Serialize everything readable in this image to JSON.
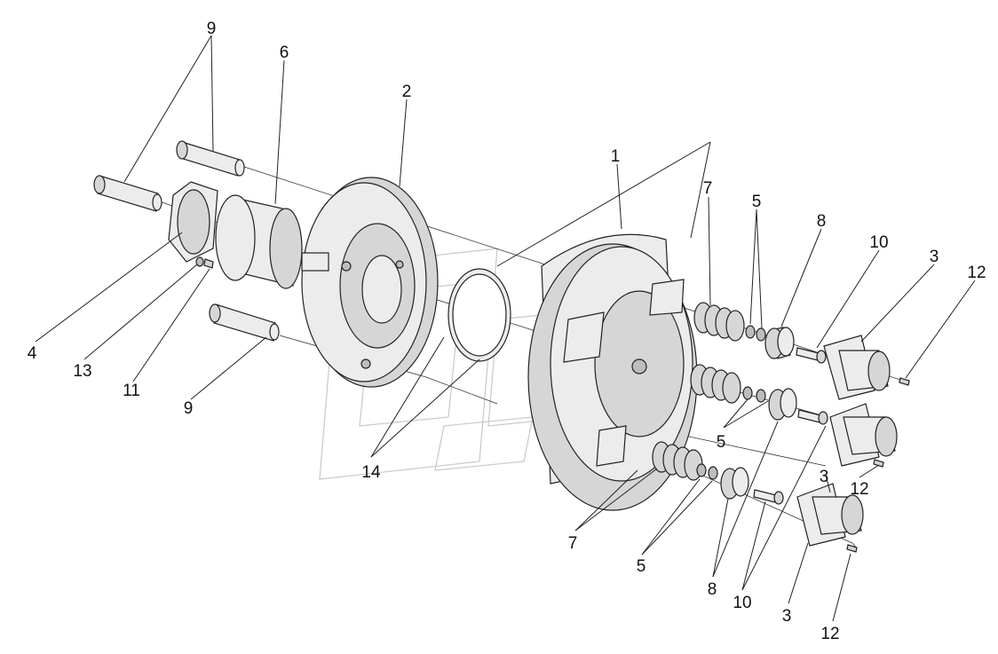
{
  "diagram": {
    "type": "exploded-assembly",
    "callouts": {
      "c1": "1",
      "c2": "2",
      "c3a": "3",
      "c3b": "3",
      "c3c": "3",
      "c4": "4",
      "c5a": "5",
      "c5b": "5",
      "c5c": "5",
      "c6": "6",
      "c7a": "7",
      "c7b": "7",
      "c8a": "8",
      "c8b": "8",
      "c9a": "9",
      "c9b": "9",
      "c10a": "10",
      "c10b": "10",
      "c11": "11",
      "c12a": "12",
      "c12b": "12",
      "c12c": "12",
      "c13": "13",
      "c14": "14"
    }
  }
}
